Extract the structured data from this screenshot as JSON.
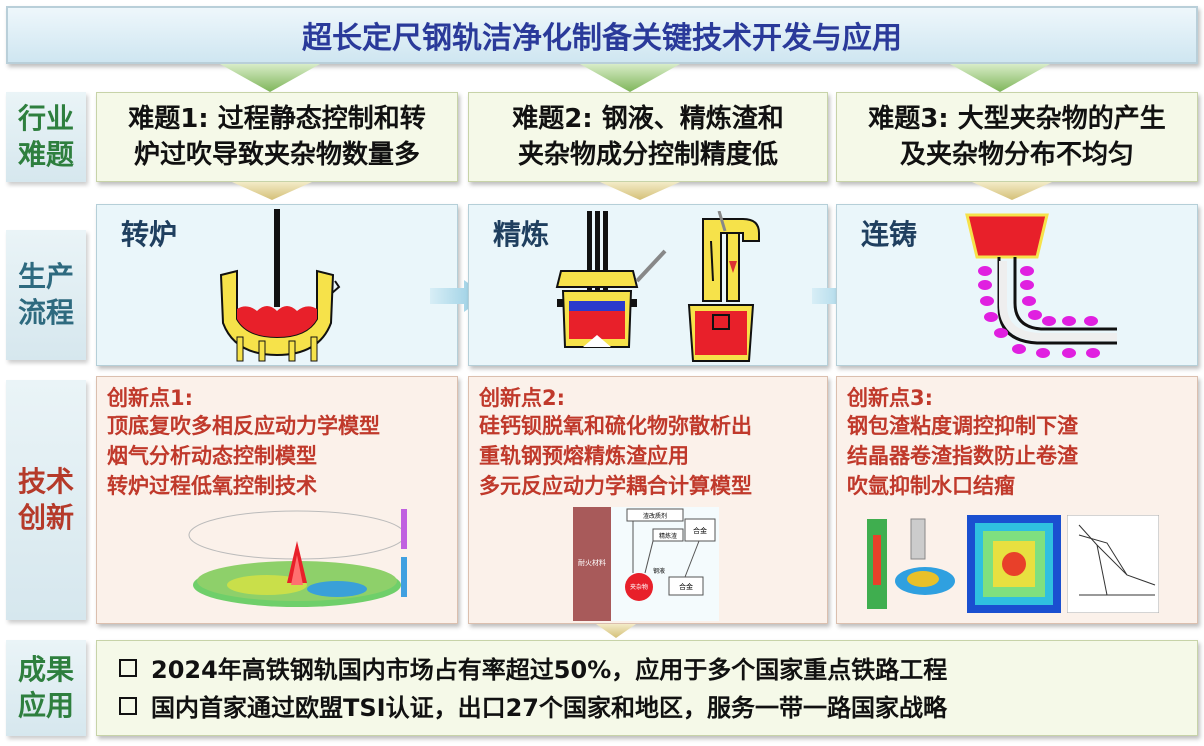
{
  "title": "超长定尺钢轨洁净化制备关键技术开发与应用",
  "row_labels": {
    "industry": [
      "行业",
      "难题"
    ],
    "process": [
      "生产",
      "流程"
    ],
    "innovation": [
      "技术",
      "创新"
    ],
    "results": [
      "成果",
      "应用"
    ]
  },
  "problems": [
    {
      "lines": [
        "难题1: 过程静态控制和转",
        "炉过吹导致夹杂物数量多"
      ]
    },
    {
      "lines": [
        "难题2: 钢液、精炼渣和",
        "夹杂物成分控制精度低"
      ]
    },
    {
      "lines": [
        "难题3: 大型夹杂物的产生",
        "及夹杂物分布不均匀"
      ]
    }
  ],
  "processes": [
    {
      "label": "转炉",
      "icon": "converter-icon"
    },
    {
      "label": "精炼",
      "icon": "ladle-furnace-icon"
    },
    {
      "label": "连铸",
      "icon": "continuous-caster-icon"
    }
  ],
  "innovations": [
    {
      "title": "创新点1:",
      "lines": [
        "顶底复吹多相反应动力学模型",
        "烟气分析动态控制模型",
        "转炉过程低氧控制技术"
      ]
    },
    {
      "title": "创新点2:",
      "lines": [
        "硅钙钡脱氧和硫化物弥散析出",
        "重轨钢预熔精炼渣应用",
        "多元反应动力学耦合计算模型"
      ]
    },
    {
      "title": "创新点3:",
      "lines": [
        "钢包渣粘度调控抑制下渣",
        "结晶器卷渣指数防止卷渣",
        "吹氩抑制水口结瘤"
      ]
    }
  ],
  "diagram2_labels": {
    "slag_reform": "渣改质剂",
    "refining_slag": "精炼渣",
    "alloy_top": "合金",
    "refractory": "耐火材料",
    "molten_steel": "钢液",
    "inclusion": "夹杂物",
    "alloy_bottom": "合金"
  },
  "results": [
    "2024年高铁钢轨国内市场占有率超过50%，应用于多个国家重点铁路工程",
    "国内首家通过欧盟TSI认证，出口27个国家和地区，服务一带一路国家战略"
  ],
  "colors": {
    "title_text": "#2a3a9a",
    "innovation_text": "#c0392b",
    "molten_steel": "#e8202a",
    "inclusion_dot": "#e020e0",
    "arrow_green": "#8fc06a"
  }
}
